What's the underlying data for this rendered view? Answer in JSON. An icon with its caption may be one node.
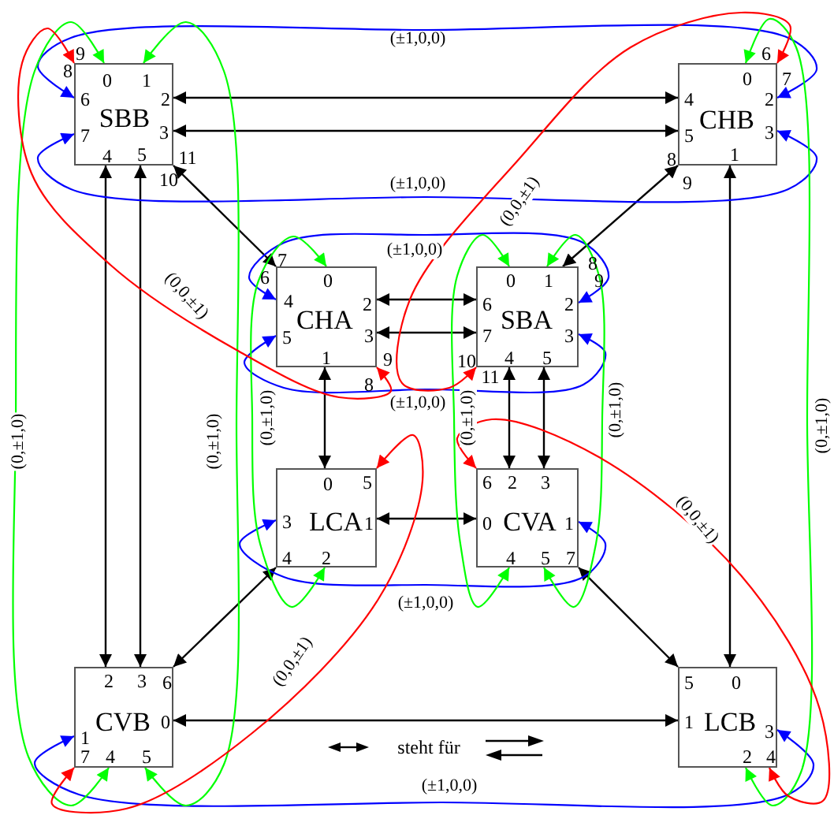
{
  "diagram": {
    "nodes": [
      {
        "text": [
          "9",
          "8",
          "0",
          "1",
          "6",
          "2",
          "SBB",
          "7",
          "3",
          "4",
          "5",
          "11",
          "10"
        ]
      },
      {
        "text": [
          "6",
          "0",
          "7",
          "4",
          "2",
          "CHB",
          "5",
          "3",
          "1",
          "8",
          "9"
        ]
      },
      {
        "text": [
          "7",
          "6",
          "0",
          "4",
          "2",
          "CHA",
          "5",
          "3",
          "1",
          "9",
          "8"
        ]
      },
      {
        "text": [
          "8",
          "9",
          "0",
          "1",
          "6",
          "2",
          "SBA",
          "7",
          "3",
          "10",
          "4",
          "5",
          "11"
        ]
      },
      {
        "text": [
          "0",
          "5",
          "3",
          "LCA",
          "1",
          "4",
          "2"
        ]
      },
      {
        "text": [
          "6",
          "2",
          "3",
          "0",
          "CVA",
          "1",
          "4",
          "5",
          "7"
        ]
      },
      {
        "text": [
          "2",
          "3",
          "6",
          "CVB",
          "0",
          "1",
          "7",
          "4",
          "5"
        ]
      },
      {
        "text": [
          "5",
          "0",
          "1",
          "LCB",
          "3",
          "2",
          "4"
        ]
      }
    ],
    "edges": [
      {
        "from": 0,
        "to": 1,
        "arrow": "both"
      },
      {
        "from": 0,
        "to": 1,
        "arrow": "both"
      },
      {
        "from": 0,
        "to": 2,
        "arrow": "both"
      },
      {
        "from": 0,
        "to": 6,
        "arrow": "both"
      },
      {
        "from": 0,
        "to": 6,
        "arrow": "both"
      },
      {
        "from": 1,
        "to": 3,
        "arrow": "both"
      },
      {
        "from": 1,
        "to": 7,
        "arrow": "both"
      },
      {
        "from": 2,
        "to": 3,
        "arrow": "both"
      },
      {
        "from": 2,
        "to": 3,
        "arrow": "both"
      },
      {
        "from": 2,
        "to": 4,
        "arrow": "both"
      },
      {
        "from": 3,
        "to": 5,
        "arrow": "both"
      },
      {
        "from": 3,
        "to": 5,
        "arrow": "both"
      },
      {
        "from": 4,
        "to": 5,
        "arrow": "both"
      },
      {
        "from": 4,
        "to": 6,
        "arrow": "both"
      },
      {
        "from": 5,
        "to": 7,
        "arrow": "both"
      },
      {
        "from": 6,
        "to": 7,
        "arrow": "both"
      },
      {
        "from": 0,
        "to": 1,
        "arrow": "both",
        "label": "(±1,0,0)",
        "color": "#0000ff"
      },
      {
        "from": 0,
        "to": 1,
        "arrow": "both",
        "label": "(±1,0,0)",
        "color": "#0000ff"
      },
      {
        "from": 2,
        "to": 3,
        "arrow": "both",
        "label": "(±1,0,0)",
        "color": "#0000ff"
      },
      {
        "from": 2,
        "to": 3,
        "arrow": "both",
        "label": "(±1,0,0)",
        "color": "#0000ff"
      },
      {
        "from": 4,
        "to": 5,
        "arrow": "both",
        "label": "(±1,0,0)",
        "color": "#0000ff"
      },
      {
        "from": 6,
        "to": 7,
        "arrow": "both",
        "label": "(±1,0,0)",
        "color": "#0000ff"
      },
      {
        "from": 0,
        "to": 6,
        "arrow": "both",
        "label": "(0,±1,0)",
        "color": "#00ff00"
      },
      {
        "from": 0,
        "to": 6,
        "arrow": "both",
        "label": "(0,±1,0)",
        "color": "#00ff00"
      },
      {
        "from": 1,
        "to": 7,
        "arrow": "both",
        "label": "(0,±1,0)",
        "color": "#00ff00"
      },
      {
        "from": 2,
        "to": 4,
        "arrow": "both",
        "label": "(0,±1,0)",
        "color": "#00ff00"
      },
      {
        "from": 3,
        "to": 5,
        "arrow": "both",
        "label": "(0,±1,0)",
        "color": "#00ff00"
      },
      {
        "from": 3,
        "to": 5,
        "arrow": "both",
        "label": "(0,±1,0)",
        "color": "#00ff00"
      },
      {
        "from": 0,
        "to": 2,
        "arrow": "both",
        "label": "(0,0,±1)",
        "color": "#ff0000"
      },
      {
        "from": 1,
        "to": 3,
        "arrow": "both",
        "label": "(0,0,±1)",
        "color": "#ff0000"
      },
      {
        "from": 4,
        "to": 6,
        "arrow": "both",
        "label": "(0,0,±1)",
        "color": "#ff0000"
      },
      {
        "from": 5,
        "to": 7,
        "arrow": "both",
        "label": "(0,0,±1)",
        "color": "#ff0000"
      }
    ],
    "labels": [
      "steht für"
    ]
  }
}
